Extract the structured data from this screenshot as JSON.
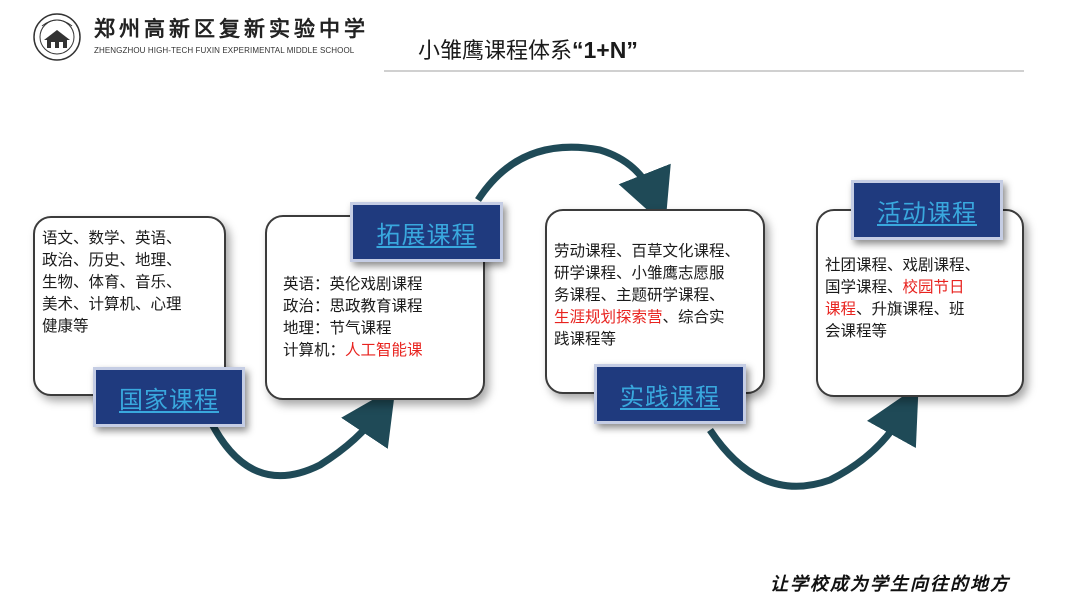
{
  "header": {
    "school_name_cn": "郑州高新区复新实验中学",
    "school_name_en": "ZHENGZHOU HIGH-TECH FUXIN EXPERIMENTAL MIDDLE SCHOOL",
    "title_prefix": "小雏鹰课程体系",
    "title_suffix": "“1+N”"
  },
  "stages": [
    {
      "badge": "国家课程",
      "lines": [
        "语文、数学、英语、",
        "政治、历史、地理、",
        "生物、体育、音乐、",
        "美术、计算机、心理",
        "健康等"
      ]
    },
    {
      "badge": "拓展课程",
      "lines": [
        {
          "text": "英语：英伦戏剧课程",
          "highlight": ""
        },
        {
          "text": "政治：思政教育课程",
          "highlight": ""
        },
        {
          "text": "地理：节气课程",
          "highlight": ""
        },
        {
          "text": "计算机：",
          "highlight": "人工智能课"
        }
      ]
    },
    {
      "badge": "实践课程",
      "line1": "劳动课程、百草文化课程、",
      "line2": "研学课程、小雏鹰志愿服",
      "line3": "务课程、主题研学课程、",
      "line4_highlight": "生涯规划探索营",
      "line4_rest": "、综合实",
      "line5": "践课程等"
    },
    {
      "badge": "活动课程",
      "line1": "社团课程、戏剧课程、",
      "line2_pre": "国学课程、",
      "line2_highlight": "校园节日",
      "line3_highlight": "课程",
      "line3_rest": "、升旗课程、班",
      "line4": "会课程等"
    }
  ],
  "slogan": "让学校成为学生向往的地方",
  "colors": {
    "badge_bg": "#1f3a7e",
    "badge_text": "#39a8de",
    "arrow": "#1f4a57",
    "highlight": "#e8231f"
  }
}
